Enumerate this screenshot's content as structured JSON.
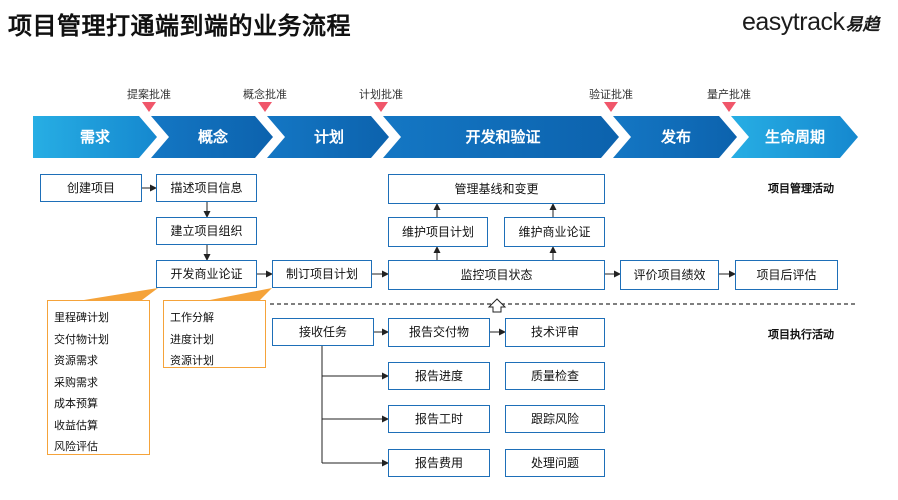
{
  "title": "项目管理打通端到端的业务流程",
  "brand": {
    "name": "easytrack",
    "cn": "易趋"
  },
  "colors": {
    "phase_light": "#1ea0dc",
    "phase_dark": "#0f6fba",
    "milestone": "#f0566a",
    "box_border": "#1e6fb8",
    "callout": "#f5a33a"
  },
  "milestones": [
    "提案批准",
    "概念批准",
    "计划批准",
    "验证批准",
    "量产批准"
  ],
  "phases": [
    "需求",
    "概念",
    "计划",
    "开发和验证",
    "发布",
    "生命周期"
  ],
  "sections": {
    "management": "项目管理活动",
    "execution": "项目执行活动"
  },
  "boxes": {
    "create": "创建项目",
    "describe": "描述项目信息",
    "org": "建立项目组织",
    "business_case": "开发商业论证",
    "plan": "制订项目计划",
    "baseline": "管理基线和变更",
    "maintain_plan": "维护项目计划",
    "maintain_case": "维护商业论证",
    "monitor": "监控项目状态",
    "evaluate": "评价项目绩效",
    "post_eval": "项目后评估",
    "receive": "接收任务",
    "report_deliv": "报告交付物",
    "tech_review": "技术评审",
    "report_progress": "报告进度",
    "quality": "质量检查",
    "report_hours": "报告工时",
    "track_risk": "跟踪风险",
    "report_cost": "报告费用",
    "handle_issue": "处理问题"
  },
  "callout_case": [
    "里程碑计划",
    "交付物计划",
    "资源需求",
    "采购需求",
    "成本预算",
    "收益估算",
    "风险评估"
  ],
  "callout_plan": [
    "工作分解",
    "进度计划",
    "资源计划"
  ]
}
